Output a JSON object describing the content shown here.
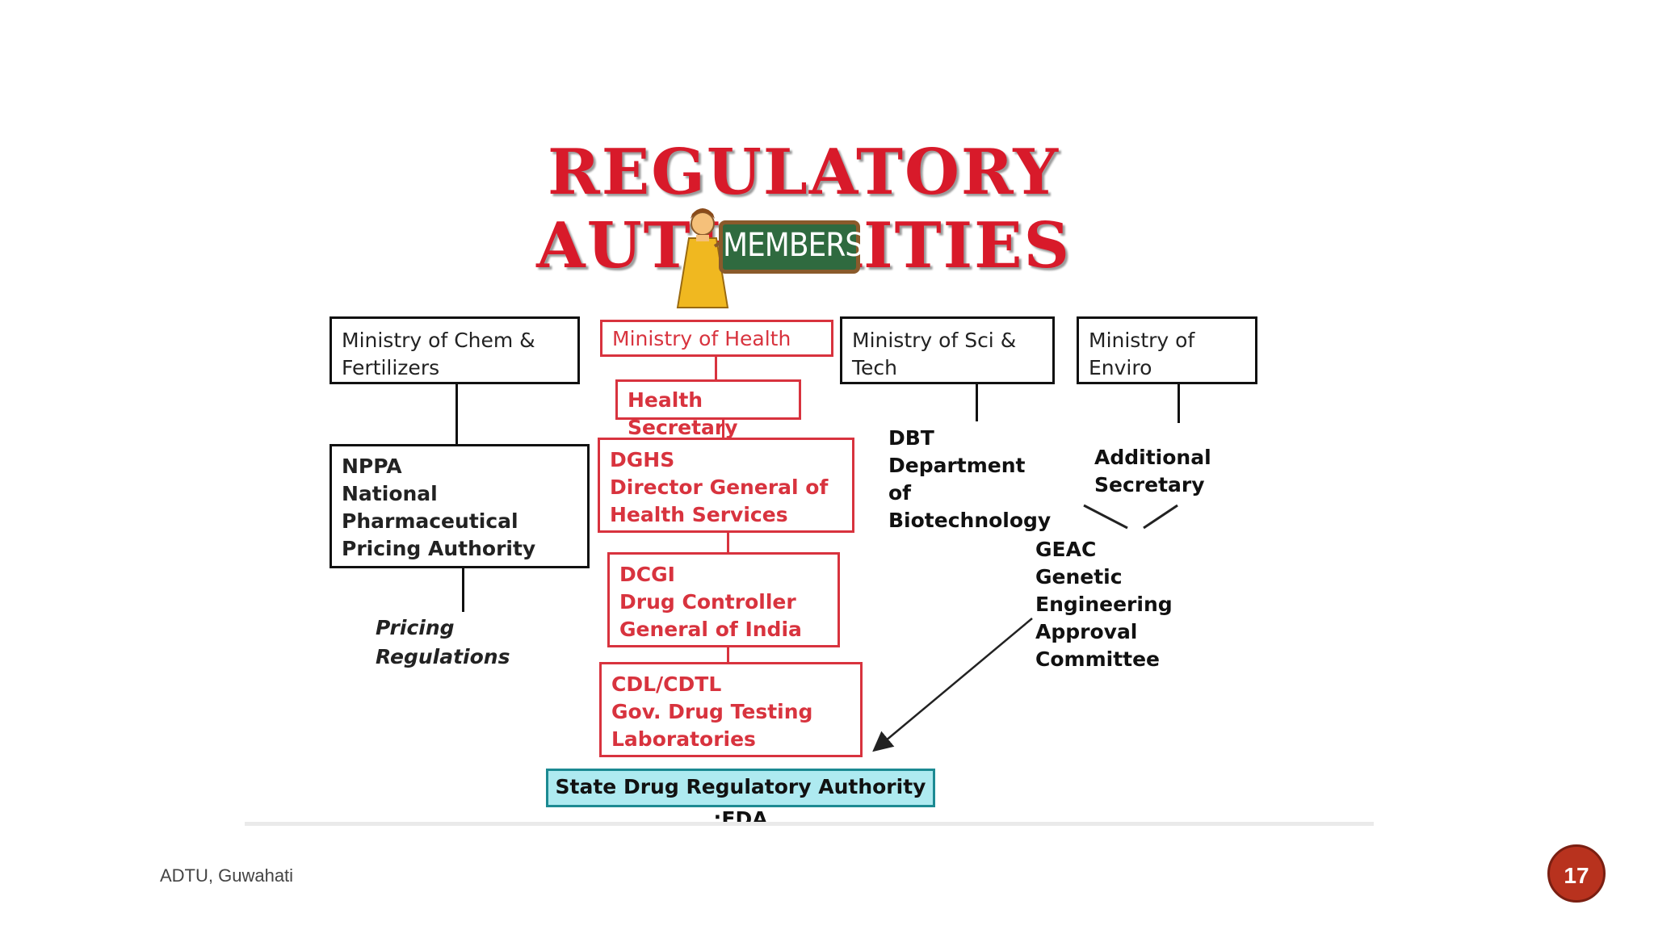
{
  "title": "REGULATORY AUTHORITIES",
  "members_sign": "MEMBERS",
  "ministries": {
    "chem": "Ministry of Chem  & Fertilizers",
    "health": "Ministry of Health",
    "scitech": "Ministry of Sci & Tech",
    "enviro": "Ministry of Enviro"
  },
  "health_chain": {
    "secretary": "Health Secretary",
    "dghs_abbr": "DGHS",
    "dghs_full": "Director General of Health Services",
    "dcgi_abbr": "DCGI",
    "dcgi_full": "Drug Controller General of India",
    "cdl_abbr": "CDL/CDTL",
    "cdl_full": "Gov. Drug Testing Laboratories"
  },
  "nppa": {
    "abbr": "NPPA",
    "full": "National Pharmaceutical Pricing Authority"
  },
  "pricing": "Pricing Regulations",
  "dbt": {
    "abbr": "DBT",
    "full": "Department of Biotechnology"
  },
  "additional_secretary": "Additional Secretary",
  "geac": {
    "abbr": "GEAC",
    "full": "Genetic Engineering Approval Committee"
  },
  "fda": "State Drug Regulatory Authority :FDA",
  "footer": "ADTU, Guwahati",
  "page_number": "17",
  "colors": {
    "title_red": "#d81a2a",
    "health_red": "#d8333e",
    "fda_fill": "#aeeaf0",
    "page_badge": "#b8321e"
  }
}
